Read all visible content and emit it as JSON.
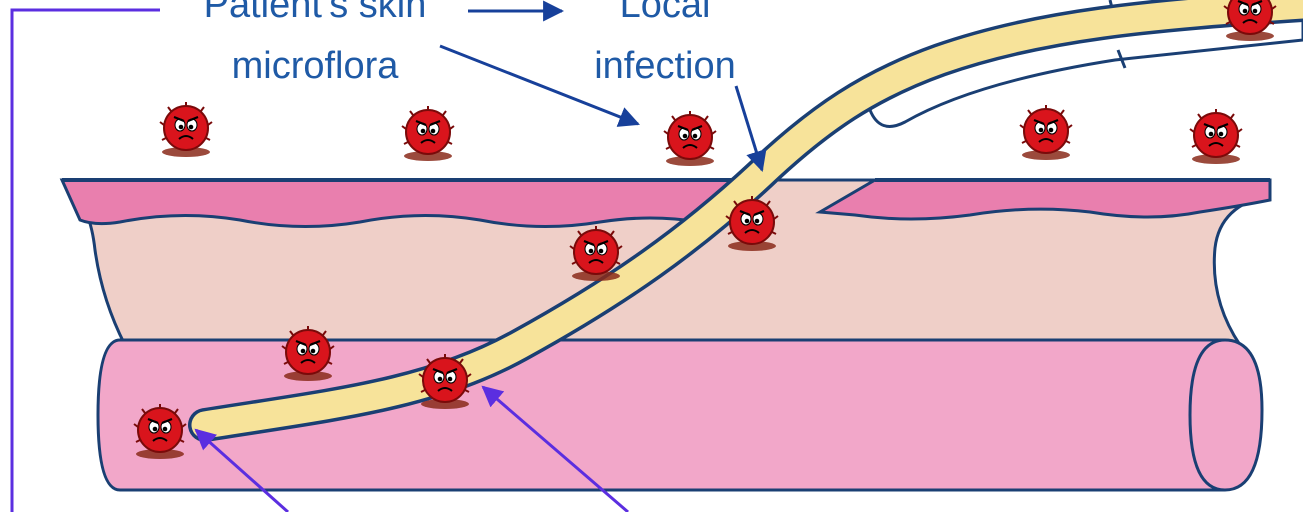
{
  "labels": {
    "skin_microflora": [
      "Patient's skin",
      "microflora"
    ],
    "local_infection": [
      "Local",
      "infection"
    ]
  },
  "colors": {
    "label_text": "#1f5aa6",
    "arrow_blue": "#17409a",
    "arrow_violet": "#5b2ee0",
    "bracket": "#5b2ee0",
    "epidermis": "#e97fae",
    "dermis": "#efcfc8",
    "vessel": "#f2a7c9",
    "outline": "#1a3f73",
    "catheter": "#f7e39a",
    "microbe": "#d9141c"
  },
  "icons": [
    "microbe-icon",
    "catheter"
  ]
}
